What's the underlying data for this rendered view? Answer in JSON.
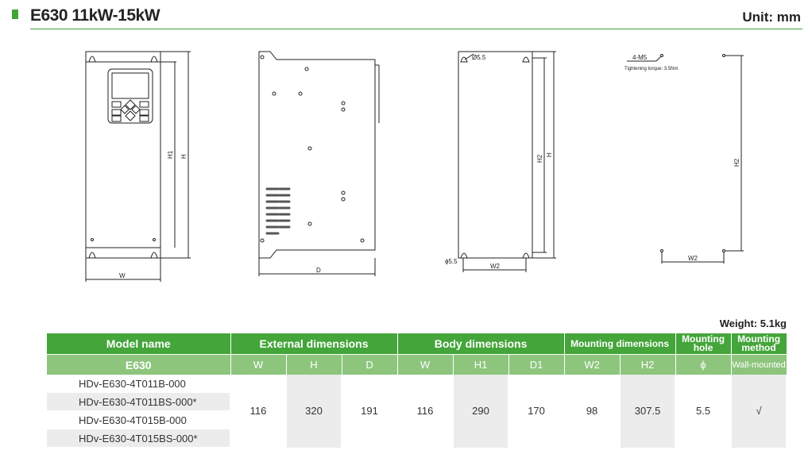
{
  "header": {
    "title": "E630 11kW-15kW",
    "unit": "Unit:  mm"
  },
  "drawings": {
    "front": {
      "dim_w": "W",
      "dim_h1": "H1",
      "dim_h": "H"
    },
    "side": {
      "dim_d": "D"
    },
    "back": {
      "hole": "Ø5.5",
      "dim_h2": "H2",
      "dim_h": "H",
      "dim_phi": "ϕ5.5",
      "dim_w2": "W2"
    },
    "mount": {
      "screw": "4-M5",
      "torque": "Tightening torque:  3.5Nm",
      "dim_h2": "H2",
      "dim_w2": "W2"
    }
  },
  "weight": "Weight:  5.1kg",
  "table": {
    "groups": [
      "Model name",
      "External dimensions",
      "Body dimensions",
      "Mounting dimensions",
      "Mounting hole",
      "Mounting method"
    ],
    "subheaders": [
      "E630",
      "W",
      "H",
      "D",
      "W",
      "H1",
      "D1",
      "W2",
      "H2",
      "ϕ",
      "Wall-mounted"
    ],
    "models": [
      "HDv-E630-4T011B-000",
      "HDv-E630-4T011BS-000*",
      "HDv-E630-4T015B-000",
      "HDv-E630-4T015BS-000*"
    ],
    "values": [
      "116",
      "320",
      "191",
      "116",
      "290",
      "170",
      "98",
      "307.5",
      "5.5",
      "√"
    ]
  }
}
